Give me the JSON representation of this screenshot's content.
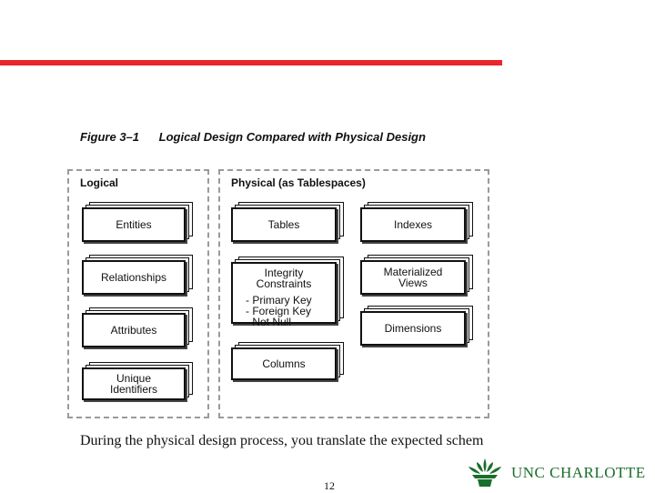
{
  "figure": {
    "number": "Figure 3–1",
    "title": "Logical Design Compared with Physical Design"
  },
  "logical": {
    "label": "Logical",
    "items": [
      "Entities",
      "Relationships",
      "Attributes",
      "Unique Identifiers"
    ]
  },
  "physical": {
    "label": "Physical (as Tablespaces)",
    "tables": "Tables",
    "integrity": {
      "title": "Integrity Constraints",
      "items": [
        "- Primary Key",
        "- Foreign Key",
        "- Not Null"
      ]
    },
    "columns": "Columns",
    "indexes": "Indexes",
    "materialized_views": "Materialized Views",
    "dimensions": "Dimensions"
  },
  "caption": "During the physical design process, you translate the expected schem",
  "page_number": "12",
  "logo": {
    "text": "UNC CHARLOTTE",
    "color": "#1a6e2b"
  },
  "colors": {
    "accent_bar": "#e8262b"
  }
}
